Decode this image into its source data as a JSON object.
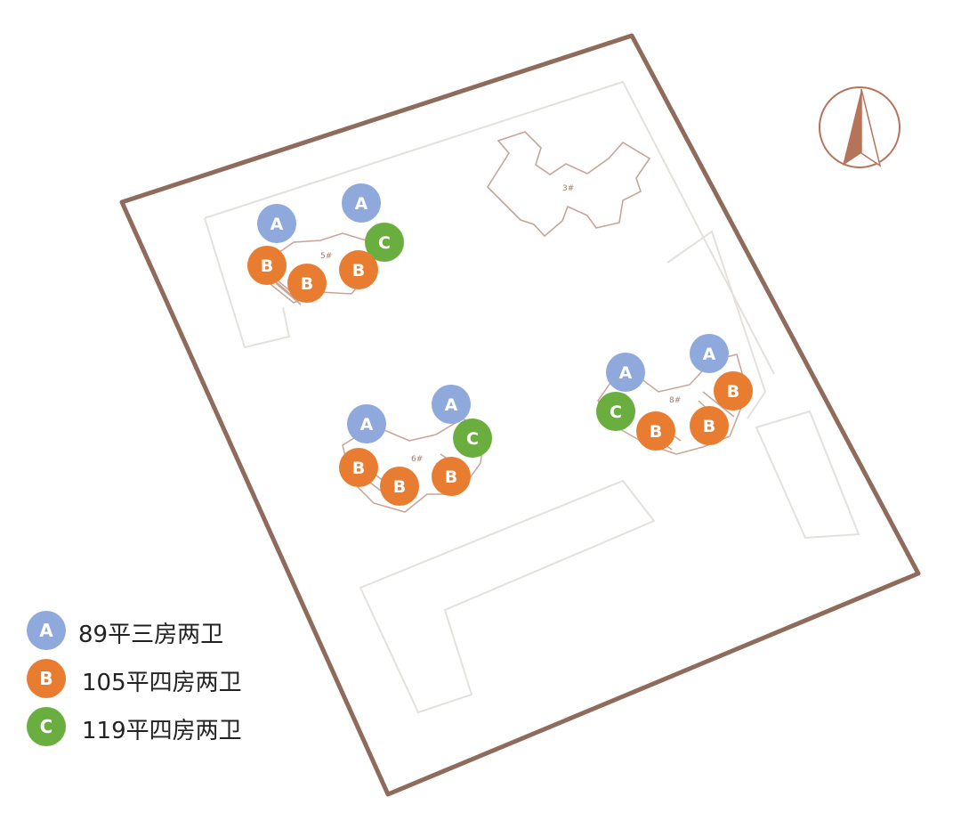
{
  "legend": {
    "items": [
      {
        "key": "A",
        "label": "89平三房两卫",
        "color": "#8fa9dc"
      },
      {
        "key": "B",
        "label": "105平四房两卫",
        "color": "#e87d32"
      },
      {
        "key": "C",
        "label": "119平四房两卫",
        "color": "#6aae3f"
      }
    ]
  },
  "colors": {
    "boundary": "#8f6b5c",
    "building_line": "#c9a396",
    "road_line": "#e4e0dc",
    "compass": "#b5735a"
  },
  "buildings": {
    "b5": "5#",
    "b6": "6#",
    "b8": "8#",
    "b3": "3#"
  }
}
